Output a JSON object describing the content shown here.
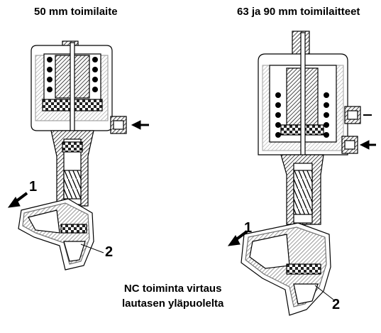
{
  "figure": {
    "left_title": "50 mm toimilaite",
    "right_title": "63 ja 90 mm toimilaitteet",
    "caption_line1": "NC toiminta virtaus",
    "caption_line2": "lautasen yläpuolelta",
    "port_labels": {
      "left_inlet": "1",
      "left_outlet": "2",
      "right_inlet": "1",
      "right_outlet": "2"
    },
    "colors": {
      "ink": "#000000",
      "paper": "#ffffff",
      "hatch": "#3a3a3a"
    }
  }
}
